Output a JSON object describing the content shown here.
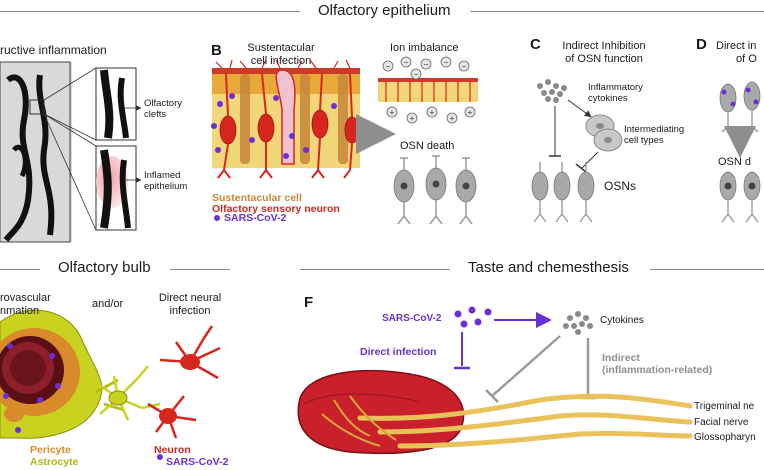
{
  "sections": {
    "epithelium_title": "Olfactory epithelium",
    "bulb_title": "Olfactory bulb",
    "taste_title": "Taste and chemesthesis"
  },
  "panel_a": {
    "title": "ructive inflammation",
    "clefts_label": [
      "Olfactory",
      "clefts"
    ],
    "inflamed_label": [
      "Inflamed",
      "epithelium"
    ]
  },
  "panel_b": {
    "letter": "B",
    "title": [
      "Sustentacular",
      "cell infection"
    ],
    "ion_title": "Ion imbalance",
    "osn_death": "OSN death",
    "legend": {
      "sustentacular": "Sustentacular cell",
      "osn": "Olfactory sensory neuron",
      "virus": "SARS-CoV-2"
    }
  },
  "panel_c": {
    "letter": "C",
    "title": [
      "Indirect Inhibition",
      "of OSN function"
    ],
    "cytokines": [
      "Inflammatory",
      "cytokines"
    ],
    "intermediating": [
      "Intermediating",
      "cell types"
    ],
    "osns": "OSNs"
  },
  "panel_d": {
    "letter": "D",
    "title": [
      "Direct in",
      "of O"
    ],
    "osn_death": "OSN d"
  },
  "panel_e": {
    "left_title": [
      "rovascular",
      "nmation"
    ],
    "and_or": "and/or",
    "right_title": [
      "Direct neural",
      "infection"
    ],
    "legend": {
      "pericyte": "Pericyte",
      "astrocyte": "Astrocyte",
      "neuron": "Neuron",
      "virus": "SARS-CoV-2"
    }
  },
  "panel_f": {
    "letter": "F",
    "virus": "SARS-CoV-2",
    "cytokines": "Cytokines",
    "direct": "Direct infection",
    "indirect": [
      "Indirect",
      "(inflammation-related)"
    ],
    "nerves": [
      "Trigeminal ne",
      "Facial nerve",
      "Glossopharyn"
    ]
  },
  "colors": {
    "osn_red": "#d7261e",
    "sustentacular_tan": "#c8863a",
    "virus_purple": "#6b2fd6",
    "astrocyte_green": "#c9d21e",
    "nerve_yellow": "#e9c25a",
    "cell_grey": "#a9a9a9"
  }
}
